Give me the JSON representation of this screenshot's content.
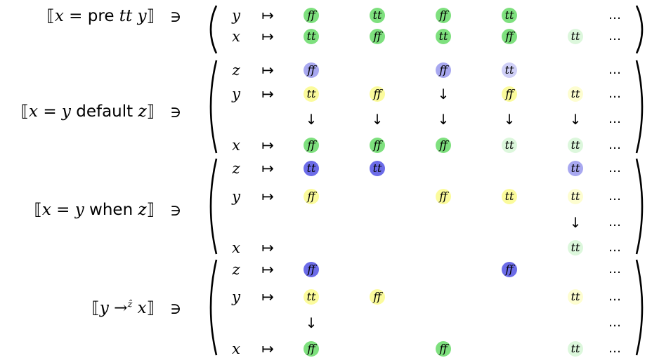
{
  "colors": {
    "green": "#7ee07e",
    "light_green": "#dcf7dc",
    "blue_light": "#a8a8f0",
    "blue_dark": "#6c6ce8",
    "blue_pale": "#cfcff7",
    "yellow": "#fbfb9c",
    "yellow_pale": "#fdfdd0"
  },
  "symbols": {
    "ni": "∋",
    "mapsto": "↦",
    "arrow": "↓",
    "dots": "…"
  },
  "blocks": [
    {
      "label": {
        "open": "⟦",
        "x": "x",
        "eq": " = ",
        "kw1": "pre ",
        "tt": "tt",
        "y": " y",
        "close": "⟧"
      },
      "rows": [
        {
          "var": "y",
          "cells": [
            {
              "col": 0,
              "v": "ff",
              "c": "green"
            },
            {
              "col": 1,
              "v": "tt",
              "c": "green"
            },
            {
              "col": 2,
              "v": "ff",
              "c": "green"
            },
            {
              "col": 3,
              "v": "tt",
              "c": "green"
            }
          ]
        },
        {
          "var": "x",
          "cells": [
            {
              "col": 0,
              "v": "tt",
              "c": "green"
            },
            {
              "col": 1,
              "v": "ff",
              "c": "green"
            },
            {
              "col": 2,
              "v": "tt",
              "c": "green"
            },
            {
              "col": 3,
              "v": "ff",
              "c": "green"
            },
            {
              "col": 4,
              "v": "tt",
              "c": "light_green"
            }
          ]
        }
      ]
    },
    {
      "label": {
        "open": "⟦",
        "x": "x",
        "eq": " = ",
        "y": "y ",
        "kw": "default",
        "z": " z",
        "close": "⟧"
      },
      "rows": [
        {
          "var": "z",
          "cells": [
            {
              "col": 0,
              "v": "ff",
              "c": "blue_light"
            },
            {
              "col": 2,
              "v": "ff",
              "c": "blue_light"
            },
            {
              "col": 3,
              "v": "tt",
              "c": "blue_pale"
            }
          ]
        },
        {
          "var": "y",
          "cells": [
            {
              "col": 0,
              "v": "tt",
              "c": "yellow"
            },
            {
              "col": 1,
              "v": "ff",
              "c": "yellow"
            },
            {
              "col": 3,
              "v": "ff",
              "c": "yellow"
            },
            {
              "col": 4,
              "v": "tt",
              "c": "yellow_pale"
            }
          ],
          "arrows_same_row": [
            2
          ]
        },
        {
          "var": "",
          "arrows": [
            0,
            1,
            2,
            3,
            4
          ]
        },
        {
          "var": "x",
          "cells": [
            {
              "col": 0,
              "v": "ff",
              "c": "green"
            },
            {
              "col": 1,
              "v": "ff",
              "c": "green"
            },
            {
              "col": 2,
              "v": "ff",
              "c": "green"
            },
            {
              "col": 3,
              "v": "tt",
              "c": "light_green"
            },
            {
              "col": 4,
              "v": "tt",
              "c": "light_green"
            }
          ]
        }
      ]
    },
    {
      "label": {
        "open": "⟦",
        "x": "x",
        "eq": " = ",
        "y": "y ",
        "kw": "when",
        "z": " z",
        "close": "⟧"
      },
      "rows": [
        {
          "var": "z",
          "cells": [
            {
              "col": 0,
              "v": "tt",
              "c": "blue_dark"
            },
            {
              "col": 1,
              "v": "tt",
              "c": "blue_dark"
            },
            {
              "col": 4,
              "v": "tt",
              "c": "blue_light"
            }
          ]
        },
        {
          "var": "y",
          "cells": [
            {
              "col": 0,
              "v": "ff",
              "c": "yellow"
            },
            {
              "col": 2,
              "v": "ff",
              "c": "yellow"
            },
            {
              "col": 3,
              "v": "tt",
              "c": "yellow"
            },
            {
              "col": 4,
              "v": "tt",
              "c": "yellow_pale"
            }
          ]
        },
        {
          "var": "",
          "arrows": [
            4
          ]
        },
        {
          "var": "x",
          "cells": [
            {
              "col": 4,
              "v": "tt",
              "c": "light_green"
            }
          ]
        }
      ]
    },
    {
      "label": {
        "open": "⟦",
        "y": "y ",
        "to": "→",
        "sup": "ẑ",
        "x": " x",
        "close": "⟧"
      },
      "rows": [
        {
          "var": "z",
          "cells": [
            {
              "col": 0,
              "v": "ff",
              "c": "blue_dark"
            },
            {
              "col": 3,
              "v": "ff",
              "c": "blue_dark"
            }
          ]
        },
        {
          "var": "y",
          "cells": [
            {
              "col": 0,
              "v": "tt",
              "c": "yellow"
            },
            {
              "col": 1,
              "v": "ff",
              "c": "yellow"
            },
            {
              "col": 4,
              "v": "tt",
              "c": "yellow_pale"
            }
          ]
        },
        {
          "var": "",
          "arrows": [
            0
          ]
        },
        {
          "var": "x",
          "cells": [
            {
              "col": 0,
              "v": "ff",
              "c": "green"
            },
            {
              "col": 2,
              "v": "ff",
              "c": "green"
            },
            {
              "col": 4,
              "v": "tt",
              "c": "light_green"
            }
          ]
        }
      ]
    }
  ]
}
